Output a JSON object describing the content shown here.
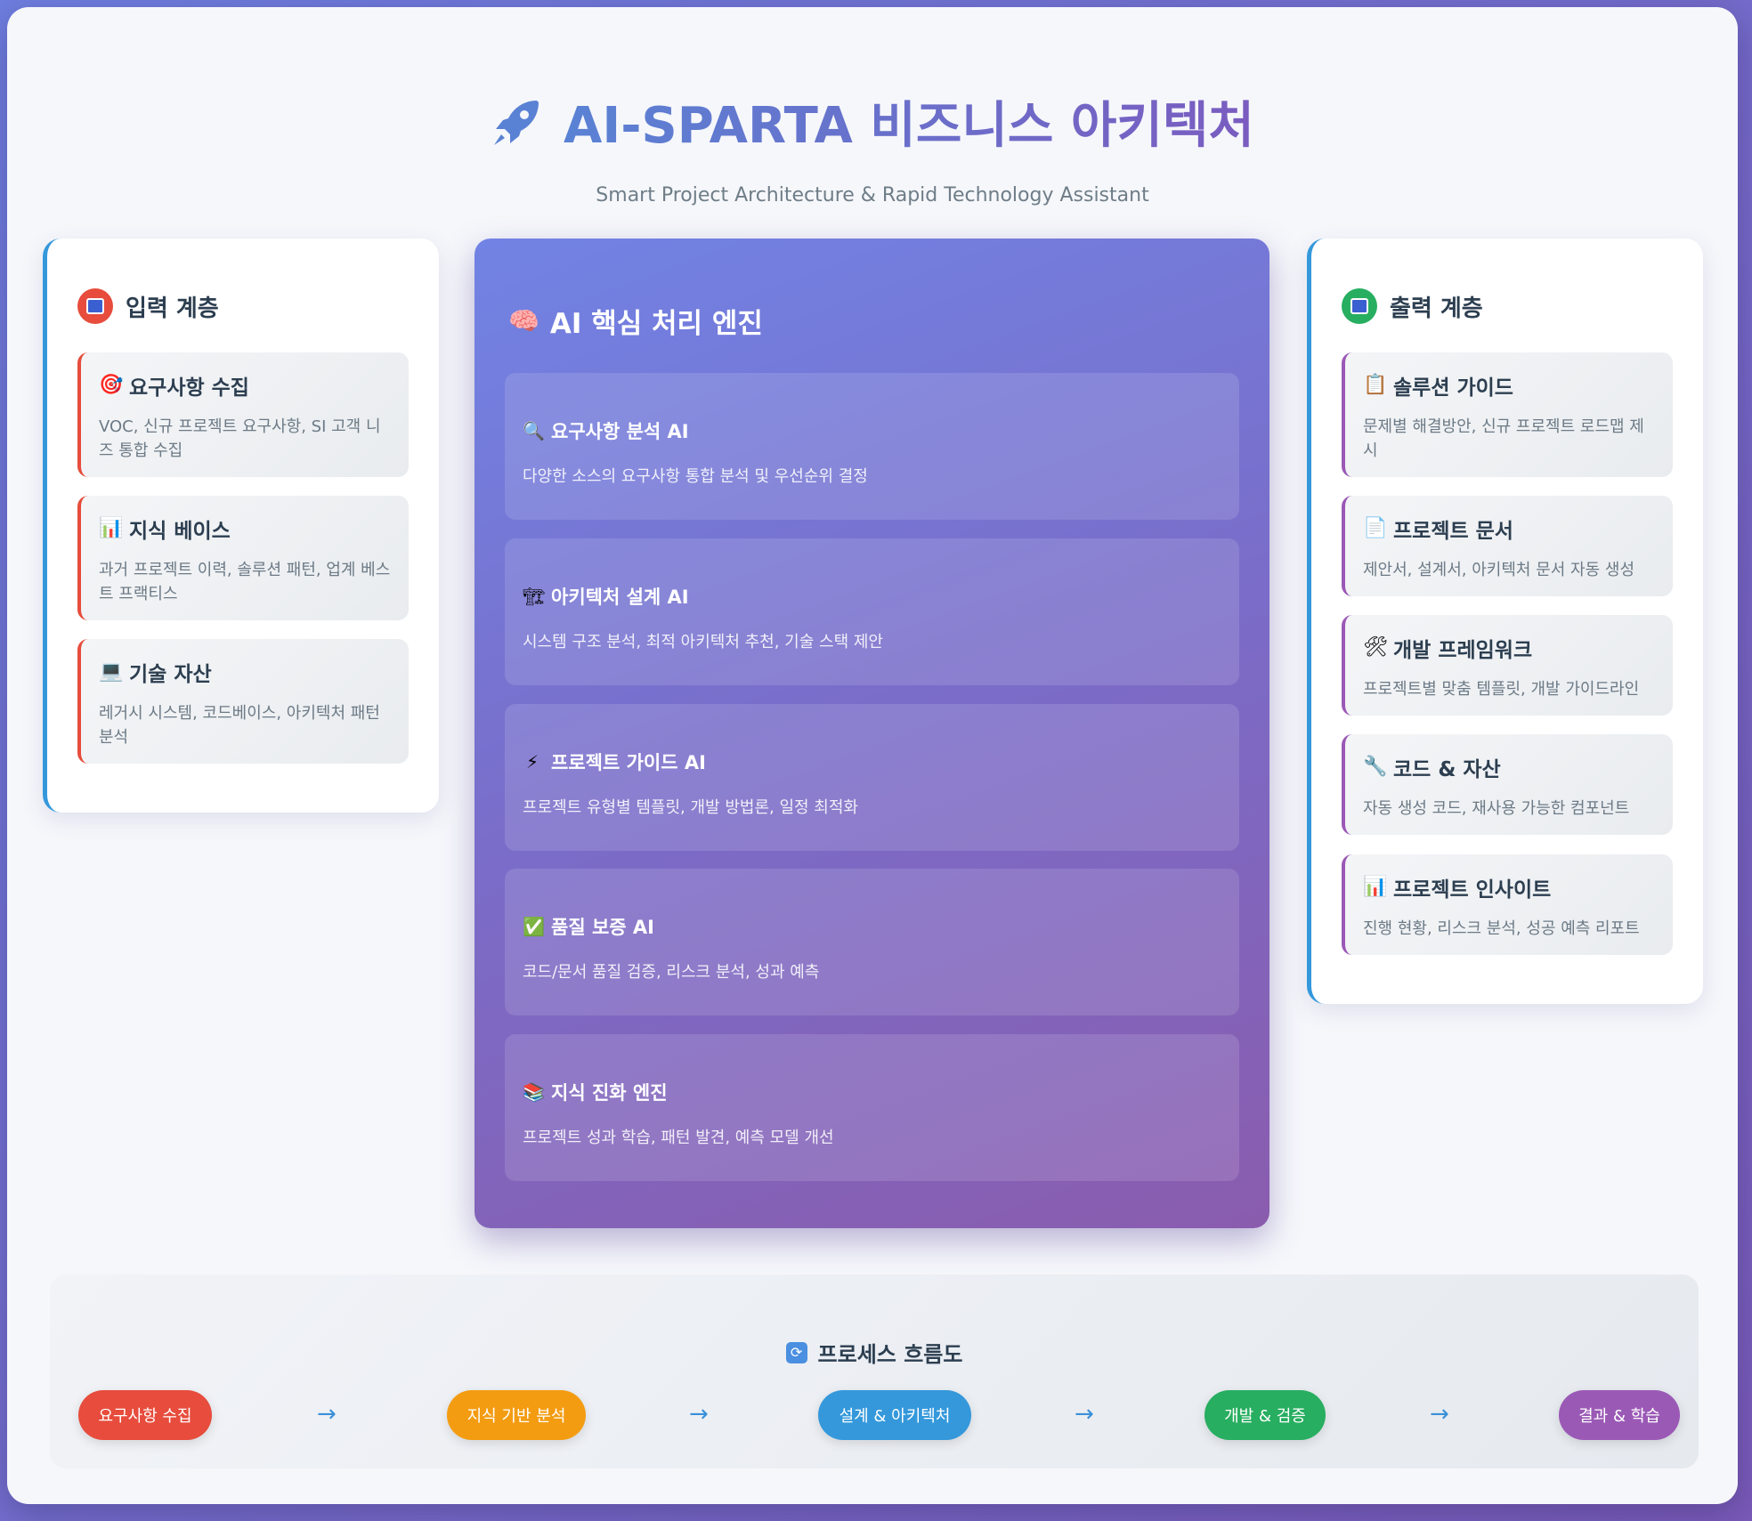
{
  "header": {
    "title": "AI-SPARTA 비즈니스 아키텍처",
    "subtitle": "Smart Project Architecture & Rapid Technology Assistant"
  },
  "input_layer": {
    "title": "입력 계층",
    "cards": [
      {
        "icon": "🎯",
        "title": "요구사항 수집",
        "desc": "VOC, 신규 프로젝트 요구사항, SI 고객 니즈 통합 수집"
      },
      {
        "icon": "📊",
        "title": "지식 베이스",
        "desc": "과거 프로젝트 이력, 솔루션 패턴, 업계 베스트 프랙티스"
      },
      {
        "icon": "💻",
        "title": "기술 자산",
        "desc": "레거시 시스템, 코드베이스, 아키텍처 패턴 분석"
      }
    ]
  },
  "engine": {
    "icon": "🧠",
    "title": "AI 핵심 처리 엔진",
    "cards": [
      {
        "icon": "🔍",
        "title": "요구사항 분석 AI",
        "desc": "다양한 소스의 요구사항 통합 분석 및 우선순위 결정"
      },
      {
        "icon": "🏗",
        "title": "아키텍처 설계 AI",
        "desc": "시스템 구조 분석, 최적 아키텍처 추천, 기술 스택 제안"
      },
      {
        "icon": "⚡",
        "title": "프로젝트 가이드 AI",
        "desc": "프로젝트 유형별 템플릿, 개발 방법론, 일정 최적화"
      },
      {
        "icon": "✅",
        "title": "품질 보증 AI",
        "desc": "코드/문서 품질 검증, 리스크 분석, 성과 예측"
      },
      {
        "icon": "📚",
        "title": "지식 진화 엔진",
        "desc": "프로젝트 성과 학습, 패턴 발견, 예측 모델 개선"
      }
    ]
  },
  "output_layer": {
    "title": "출력 계층",
    "cards": [
      {
        "icon": "📋",
        "title": "솔루션 가이드",
        "desc": "문제별 해결방안, 신규 프로젝트 로드맵 제시"
      },
      {
        "icon": "📄",
        "title": "프로젝트 문서",
        "desc": "제안서, 설계서, 아키텍처 문서 자동 생성"
      },
      {
        "icon": "🛠",
        "title": "개발 프레임워크",
        "desc": "프로젝트별 맞춤 템플릿, 개발 가이드라인"
      },
      {
        "icon": "🔧",
        "title": "코드 & 자산",
        "desc": "자동 생성 코드, 재사용 가능한 컴포넌트"
      },
      {
        "icon": "📊",
        "title": "프로젝트 인사이트",
        "desc": "진행 현황, 리스크 분석, 성공 예측 리포트"
      }
    ]
  },
  "process": {
    "title": "프로세스 흐름도",
    "arrow": "→",
    "steps": [
      {
        "label": "요구사항 수집",
        "color": "#e74c3c"
      },
      {
        "label": "지식 기반 분석",
        "color": "#f39c12"
      },
      {
        "label": "설계 & 아키텍처",
        "color": "#3498db"
      },
      {
        "label": "개발 & 검증",
        "color": "#27ae60"
      },
      {
        "label": "결과 & 학습",
        "color": "#9b59b6"
      }
    ]
  }
}
